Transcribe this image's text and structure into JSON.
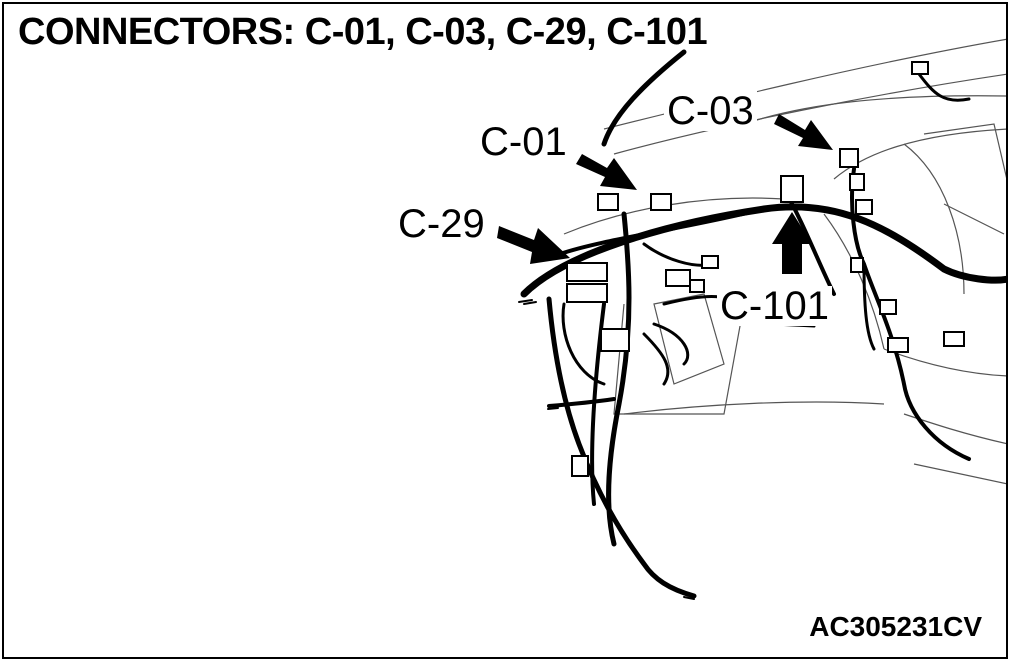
{
  "title": "CONNECTORS: C-01, C-03, C-29, C-101",
  "figure_code": "AC305231CV",
  "callouts": {
    "c01": "C-01",
    "c03": "C-03",
    "c29": "C-29",
    "c101": "C-101"
  },
  "colors": {
    "ink": "#000000",
    "paper": "#ffffff",
    "light_line": "#555555"
  }
}
